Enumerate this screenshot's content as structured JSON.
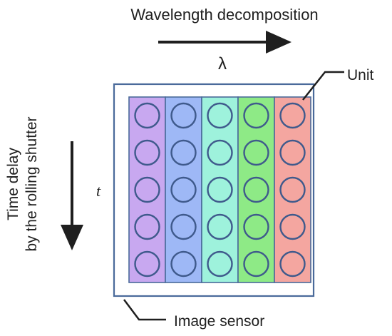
{
  "labels": {
    "title": "Wavelength decomposition",
    "lambda": "λ",
    "unit": "Unit",
    "t": "t",
    "time_line1": "Time delay",
    "time_line2": "by the rolling shutter",
    "image_sensor": "Image sensor"
  },
  "grid": {
    "rows": 5,
    "columns": 5
  },
  "colors": {
    "ink": "#1f1f1f",
    "frame": "#4a6a9a",
    "circle": "#3f5a8c",
    "columns": [
      "#c8a8f0",
      "#9eb8f6",
      "#9ef2dc",
      "#8eea86",
      "#f4a6a0"
    ]
  }
}
